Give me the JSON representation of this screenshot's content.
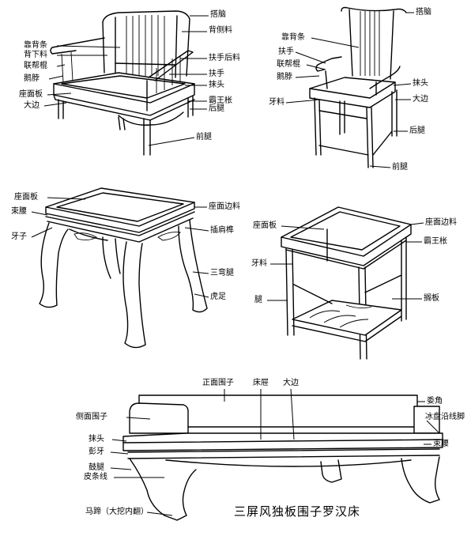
{
  "armchair": {
    "labels": {
      "da_nao": "搭脑",
      "bei_ce_liao": "背侧料",
      "kao_bei_tiao": "靠背条",
      "bei_xia_liao": "背下料",
      "lian_bang_gun": "联帮棍",
      "e_bo": "鹅脖",
      "zuo_mian_ban": "座面板",
      "da_bian": "大边",
      "fu_shou_hou_liao": "扶手后料",
      "fu_shou": "扶手",
      "mo_tou": "抹头",
      "ba_wang_chen": "霸王枨",
      "hou_tui": "后腿",
      "qian_tui": "前腿"
    }
  },
  "official_hat_chair": {
    "labels": {
      "da_nao": "搭脑",
      "kao_bei_tiao": "靠背条",
      "fu_shou": "扶手",
      "lian_bang_gun": "联帮棍",
      "e_bo": "鹅脖",
      "mo_tou": "抹头",
      "da_bian": "大边",
      "ya_liao": "牙料",
      "hou_tui": "后腿",
      "qian_tui": "前腿"
    }
  },
  "stool": {
    "labels": {
      "zuo_mian_ban": "座面板",
      "zuo_mian_bian_liao": "座面边料",
      "shu_yao": "束腰",
      "ya_zi": "牙子",
      "cha_jian_sun": "插肩榫",
      "san_wan_tui": "三弯腿",
      "hu_zu": "虎足"
    }
  },
  "table": {
    "labels": {
      "zuo_mian_ban": "座面板",
      "zuo_mian_bian_liao": "座面边料",
      "ba_wang_chen": "霸王枨",
      "ya_liao": "牙料",
      "tui": "腿",
      "ge_ban": "搁板"
    }
  },
  "arhat_bed": {
    "title": "三屏风独板围子罗汉床",
    "labels": {
      "zheng_mian_wei_zi": "正面围子",
      "chuang_ti": "床屉",
      "da_bian": "大边",
      "wei_jiao": "委角",
      "bing_pan_yan_xian_jiao": "冰盘沿线脚",
      "ce_mian_wei_zi": "侧面围子",
      "mo_tou": "抹头",
      "peng_ya": "彭牙",
      "gu_tui": "鼓腿",
      "pi_tiao_xian": "皮条线",
      "shu_yao": "束腰",
      "ma_ti": "马蹄（大挖内翻）"
    }
  }
}
